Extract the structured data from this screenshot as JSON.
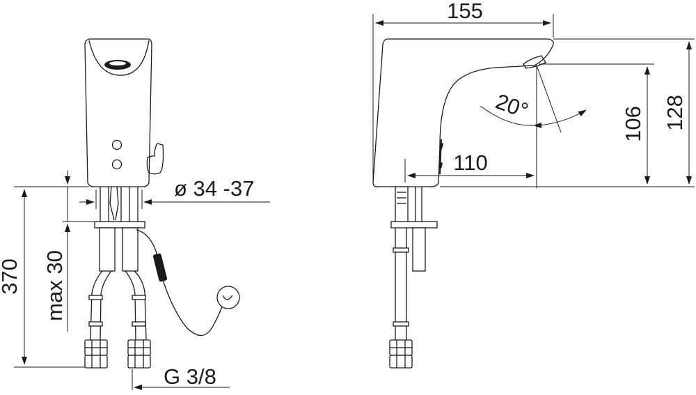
{
  "dimensions": {
    "total_height": "370",
    "max_30": "max 30",
    "diameter": "ø 34 -37",
    "connection": "G 3/8",
    "length": "155",
    "reach": "110",
    "angle": "20°",
    "outlet_height": "106",
    "overall_height": "128"
  },
  "colors": {
    "line": "#1a1a1a",
    "background": "#ffffff"
  }
}
